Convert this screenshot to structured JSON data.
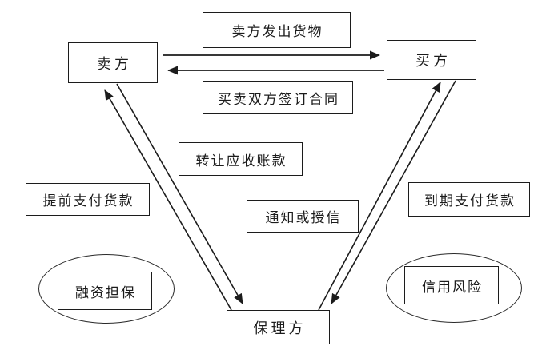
{
  "diagram": {
    "title_implicit": "",
    "colors": {
      "background": "#ffffff",
      "line": "#1c1c1c",
      "text": "#1c1c1c"
    },
    "nodes": {
      "seller": {
        "label": "卖方"
      },
      "buyer": {
        "label": "买方"
      },
      "factor": {
        "label": "保理方"
      }
    },
    "edge_labels": {
      "ship_goods": "卖方发出货物",
      "sign_contract": "买卖双方签订合同",
      "transfer_receivables": "转让应收账款",
      "notify_or_credit": "通知或授信",
      "early_payment": "提前支付货款",
      "due_payment": "到期支付货款"
    },
    "annotations": {
      "financing_guarantee": "融资担保",
      "credit_risk": "信用风险"
    }
  }
}
